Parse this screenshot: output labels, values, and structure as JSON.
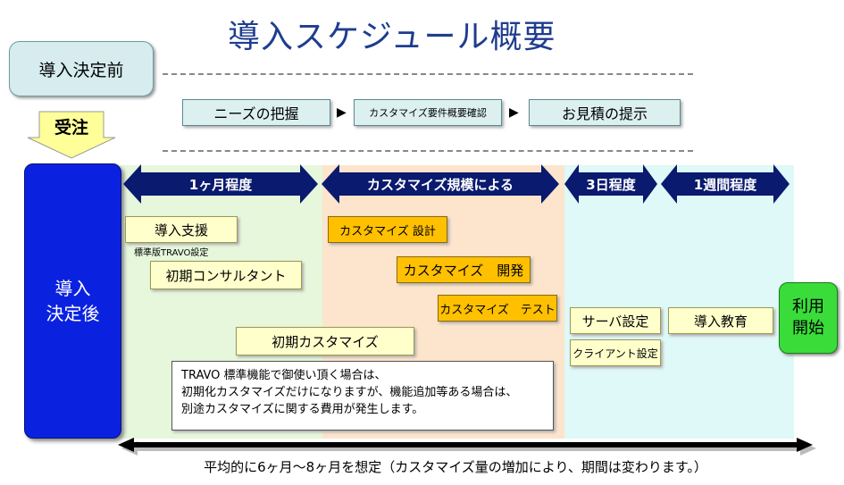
{
  "title": "導入スケジュール概要",
  "pre_decision": "導入決定前",
  "order_received": "受注",
  "post_decision": "導入\n決定後",
  "flow": [
    {
      "label": "ニーズの把握"
    },
    {
      "label": "カスタマイズ要件概要確認"
    },
    {
      "label": "お見積の提示"
    }
  ],
  "flow_arrow_glyph": "▶",
  "phases": [
    {
      "duration": "1ヶ月程度"
    },
    {
      "duration": "カスタマイズ規模による"
    },
    {
      "duration": "3日程度"
    },
    {
      "duration": "1週間程度"
    }
  ],
  "tasks": {
    "intro_support": "導入支援",
    "intro_support_note": "標準版TRAVO設定",
    "initial_consultant": "初期コンサルタント",
    "initial_customize": "初期カスタマイズ",
    "custom_design": "カスタマイズ 設計",
    "custom_dev": "カスタマイズ　開発",
    "custom_test": "カスタマイズ　テスト",
    "server_setup": "サーバ設定",
    "client_setup": "クライアント設定",
    "training": "導入教育"
  },
  "note_lines": [
    "TRAVO 標準機能で御使い頂く場合は、",
    "初期化カスタマイズだけになりますが、機能追加等ある場合は、",
    "別途カスタマイズに関する費用が発生します。"
  ],
  "start_use": "利用\n開始",
  "footer": "平均的に6ヶ月～8ヶ月を想定（カスタマイズ量の増加により、期間は変わります。）",
  "colors": {
    "title": "#1f3d8f",
    "phase1_bg": "#e6f7dc",
    "phase2_bg": "#fde4cc",
    "phase3_bg": "#dff8f8",
    "post_box": "#0a22e0",
    "duration_arrow": "#0a1a6e",
    "task_yellow": "#ffffcc",
    "task_orange": "#ffc000",
    "start_green": "#3adc3a"
  }
}
